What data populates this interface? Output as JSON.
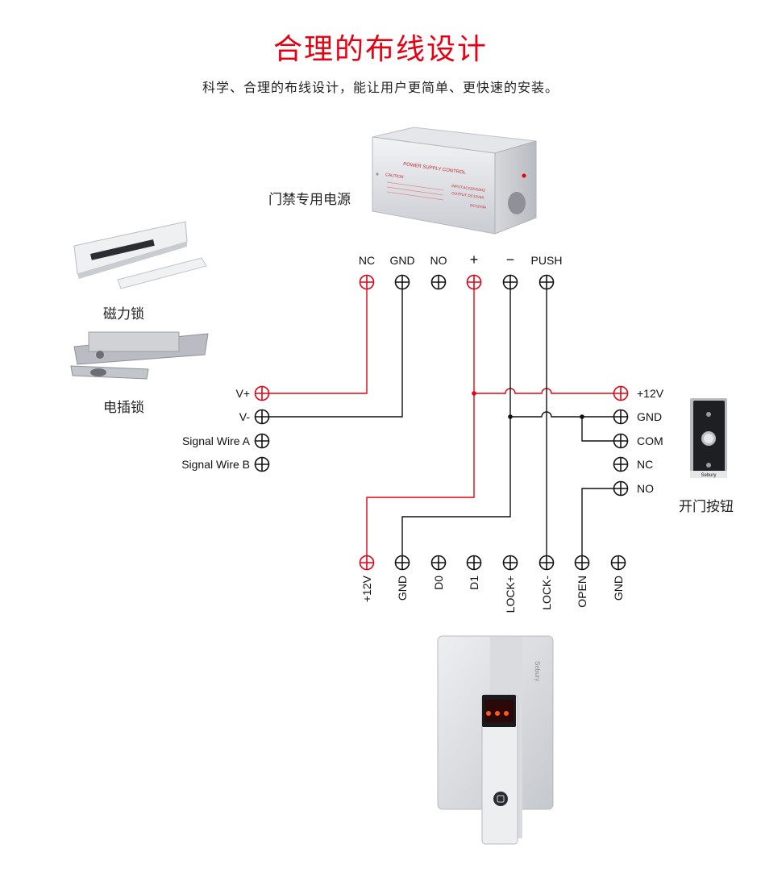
{
  "header": {
    "title": "合理的布线设计",
    "subtitle": "科学、合理的布线设计，能让用户更简单、更快速的安装。"
  },
  "power_supply": {
    "caption": "门禁专用电源",
    "box_title": "POWER SUPPLY CONTROL",
    "box_caution": "CAUTION",
    "box_input": "INPUT:AC220V50HZ",
    "box_output": "OUTPUT: DC12V3A",
    "box_dc": "DC12V3A",
    "terminals": [
      "NC",
      "GND",
      "NO",
      "+",
      "−",
      "PUSH"
    ]
  },
  "locks": {
    "magnetic_caption": "磁力锁",
    "electric_bolt_caption": "电插锁",
    "terminals": [
      "V+",
      "V-",
      "Signal Wire A",
      "Signal Wire B"
    ]
  },
  "exit_button": {
    "caption": "开门按钮",
    "brand": "Sebury",
    "terminals": [
      "+12V",
      "GND",
      "COM",
      "NC",
      "NO"
    ]
  },
  "reader": {
    "brand": "Sebury",
    "terminals": [
      "+12V",
      "GND",
      "D0",
      "D1",
      "LOCK+",
      "LOCK-",
      "OPEN",
      "GND"
    ]
  },
  "colors": {
    "accent": "#e60012",
    "wire_red": "#e60012",
    "wire_black": "#111111"
  }
}
